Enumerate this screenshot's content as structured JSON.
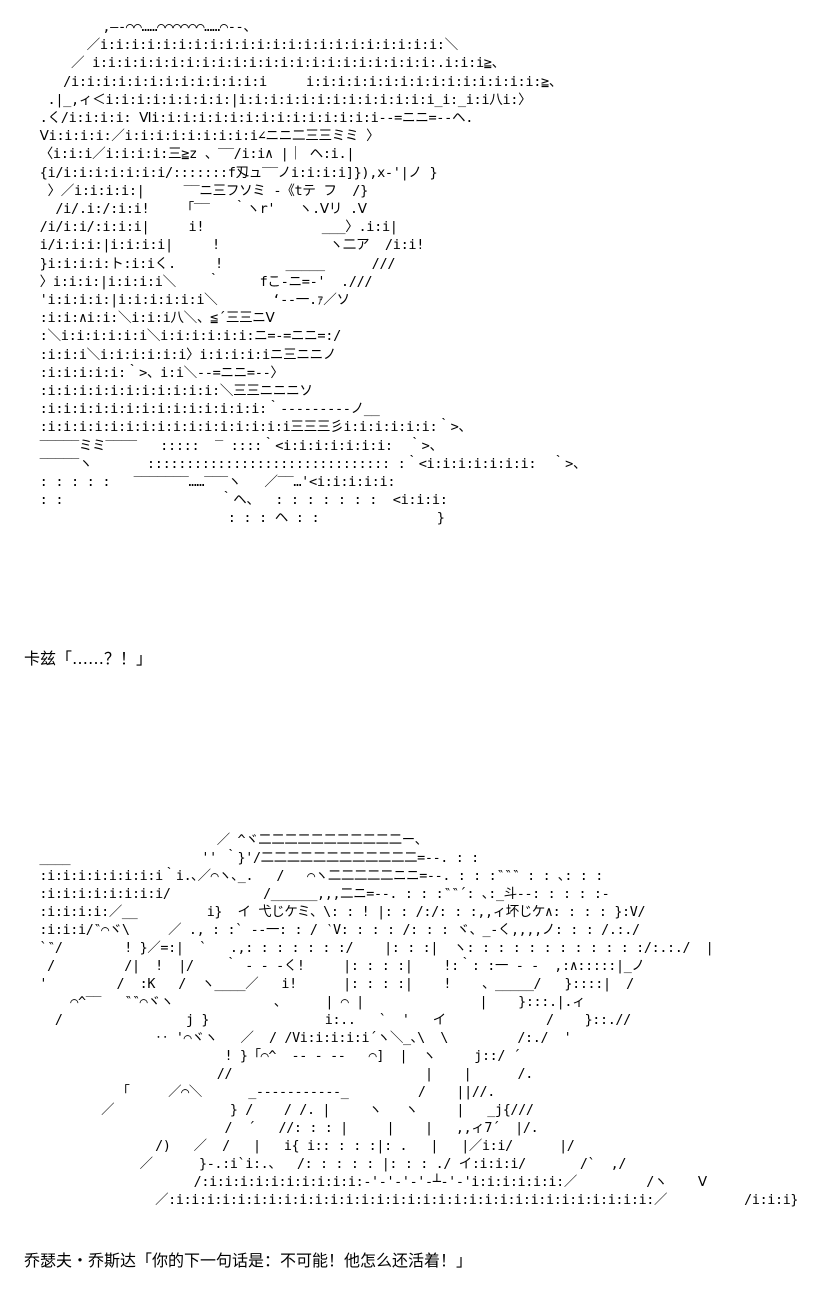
{
  "panel_1": {
    "art": [
      "          ,–‐⌒⌒……⌒⌒⌒⌒⌒⌒……⌒‐-、",
      "        ／i:i:i:i:i:i:i:i:i:i:i:i:i:i:i:i:i:i:i:i:i:i:＼",
      "      ／ i:i:i:i:i:i:i:i:i:i:i:i:i:i:i:i:i:i:i:i:i:i:.i:i:i≧、",
      "     /i:i:i:i:i:i:i:i:i:i:i:i:i     i:i:i:i:i:i:i:i:i:i:i:i:i:i:i:≧、",
      "   .|_,ィ＜i:i:i:i:i:i:i:i:|i:i:i:i:i:i:i:i:i:i:i:i:i_i:_i:i八i:〉",
      "  .く/i:i:i:i: Ⅵi:i:i:i:i:i:i:i:i:i:i:i:i:i:i‐‐=ニニ=‐‐ヘ.",
      "  Ⅴi:i:i:i:／i:i:i:i:i:i:i:i:i∠ニニ二三三ミミ 〉",
      "  〈i:i:i／i:i:i:i:三≧z 、‾‾/i:i∧ |｜ ヘ:i.|",
      "  {i/i:i:i:i:i:i:i/:::::::f刄ュ‾‾ノi:i:i:i]}),x‐'|ノ }",
      "   〉／i:i:i:i:|     ‾‾ニ三フソミ ‐《tテ フ  /}",
      "    /i/.i:/:i:i!    「‾‾   ｀ヽr'   ヽ.Ⅴリ .Ⅴ",
      "  /i/i:i/:i:i:i|     i!               ___〉.i:i|",
      "  i/i:i:i:|i:i:i:i|     !              ヽ二ア  /i:i!",
      "  }i:i:i:i:ト:i:iく.     !        _____      ///",
      "  〉i:i:i:|i:i:i:i＼    ｀     fこ‐ニ=‐'  .///",
      "  'i:i:i:i:|i:i:i:i:i:i＼       ‘‐‐一.ｧ／ソ",
      "  :i:i:∧i:i:＼i:i:i八＼、≦´三三ニⅤ",
      "  :＼i:i:i:i:i:i＼i:i:i:i:i:i:ニ=‐=ニニ=:/",
      "  :i:i:i＼i:i:i:i:i:i〉i:i:i:i:iニ三ニニノ",
      "  :i:i:i:i:i:｀>、i:i＼‐‐=ニニ=‐‐〉",
      "  :i:i:i:i:i:i:i:i:i:i:i:＼三三ニニニソ",
      "  :i:i:i:i:i:i:i:i:i:i:i:i:i:i:｀‐‐‐‐‐‐‐‐‐ノ__",
      "  :i:i:i:i:i:i:i:i:i:i:i:i:i:i:i:i三三三彡i:i:i:i:i:i:｀>、",
      "  ‾‾‾‾‾ミミ‾‾‾‾   :::::  ‾ ::::｀<i:i:i:i:i:i:i:  ｀>、",
      "  ‾‾‾‾‾ヽ       ::::::::::::::::::::::::::::::: :｀<i:i:i:i:i:i:i:  ｀>、",
      "  : : : : :   ‾‾‾‾‾‾‾……‾‾‾ヽ   ／‾‾…'<i:i:i:i:i:",
      "  : :                    ｀ヘ、  : : : : : : :  <i:i:i:",
      "                          : : : ヘ : :               }"
    ],
    "caption": "卡兹「……？！」"
  },
  "panel_2": {
    "art": [
      "                         ／ ^ヾ二二二二二二二二二二二ー、",
      "  ____                 '' ｀}'/二二二二二二二二二二二二=‐‐. : :",
      "  :i:i:i:i:i:i:i:i｀i.､／⌒ヽ､_.   /   ⌒ヽ二二二二二ニニ=‐‐. : : :‶‶‶ : : ､: : :",
      "  :i:i:i:i:i:i:i:i/            /______,,,二ニ=‐‐. : : :‶‶´: ､:_斗‐‐: : : : :‐",
      "  :i:i:i:i:／__         i}  イ 弋じケミ、\\: : ! |: : /:/: : :,,ィ坏じケ∧: : : : }:V/",
      "  :i:i:i/‶⌒ヾ\\     ／ ., : :` ‐‐一: : / ‵V: : : : /: : : ヾ、_‐く,,,,ノ: : : /.:./",
      "  `‶/        ! }／=:|  `   .,: : : : : : :/    |: : :|  ヽ: : : : : : : : : : : :/:.:./  |",
      "   /         /|  !  |/    ｀ ‐ ‐ ‐く!     |: : : :|    !:｀: :一 ‐ ‐  ,:∧:::::|_ノ",
      "  '         /  :K   /  ヽ____／   i!      |: : : :|    !    、_____/   }::::|  /",
      "      ⌒^‾‾   ‶‶⌒ヾヽ             、     | ⌒ |               |    }:::.|.ィ",
      "    /                j }               i:..   `  '   イ             /    }::.//",
      "                 ‥ '⌒ヾヽ   ／  / /Vi:i:i:i:i´ヽ＼_､\\  \\         /:./  '",
      "                          ! }「⌒^  ‐‐ ‐ ‐‐   ⌒]  |  ヽ     j::/ ´",
      "                         //                         |    |      /.",
      "            「     ／⌒＼      _‐‐‐‐‐‐‐‐‐‐‐_         /    ||//.",
      "          ／               } /    / /. |     ヽ   ヽ     |   _j{///",
      "                          /  ´   //: : : |     |    |   ,,ィ7´  |/.",
      "                 /)   ／  /   |   i{ i:: : : :|: .   |   |／i:i/      |/",
      "               ／      }‐.:i`i:.、  /: : : : : |: : : ./ イ:i:i:i/       /`  ,/",
      "                      /:i:i:i:i:i:i:i:i:i:i:‐'‐'‐'‐'‐┴‐'‐'i:i:i:i:i:i:／         /ヽ    Ⅴ",
      "                 ／:i:i:i:i:i:i:i:i:i:i:i:i:i:i:i:i:i:i:i:i:i:i:i:i:i:i:i:i:i:i:i:／          /i:i:i}    |/"
    ],
    "caption": "乔瑟夫・乔斯达「你的下一句话是：不可能！他怎么还活着！」"
  }
}
